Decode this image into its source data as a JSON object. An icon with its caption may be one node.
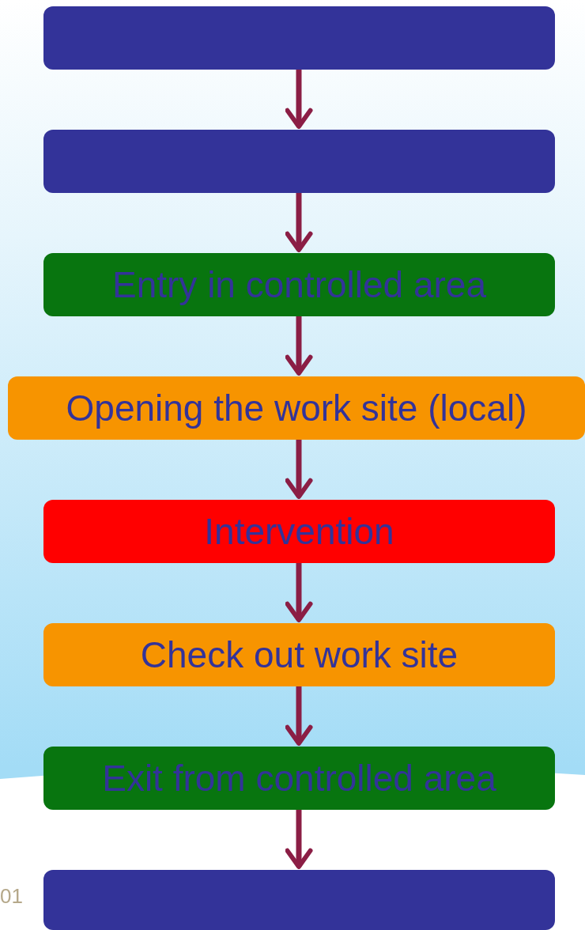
{
  "diagram": {
    "nodes": [
      {
        "text": [],
        "shape": "box"
      },
      {
        "text": [],
        "shape": "box"
      },
      {
        "text": [
          "Entry in controlled area"
        ]
      },
      {
        "text": [
          "Opening the work site (local)"
        ]
      },
      {
        "text": [
          "Intervention"
        ]
      },
      {
        "text": [
          "Check out work site"
        ]
      },
      {
        "text": [
          "Exit from controlled area"
        ]
      },
      {
        "text": [],
        "shape": "box"
      }
    ],
    "edges": [
      {
        "from": 0,
        "to": 1,
        "arrow": "to"
      },
      {
        "from": 1,
        "to": 2,
        "arrow": "to"
      },
      {
        "from": 2,
        "to": 3,
        "arrow": "to"
      },
      {
        "from": 3,
        "to": 4,
        "arrow": "to"
      },
      {
        "from": 4,
        "to": 5,
        "arrow": "to"
      },
      {
        "from": 5,
        "to": 6,
        "arrow": "to"
      },
      {
        "from": 6,
        "to": 7,
        "arrow": "to"
      }
    ],
    "labels": [
      "01"
    ]
  }
}
